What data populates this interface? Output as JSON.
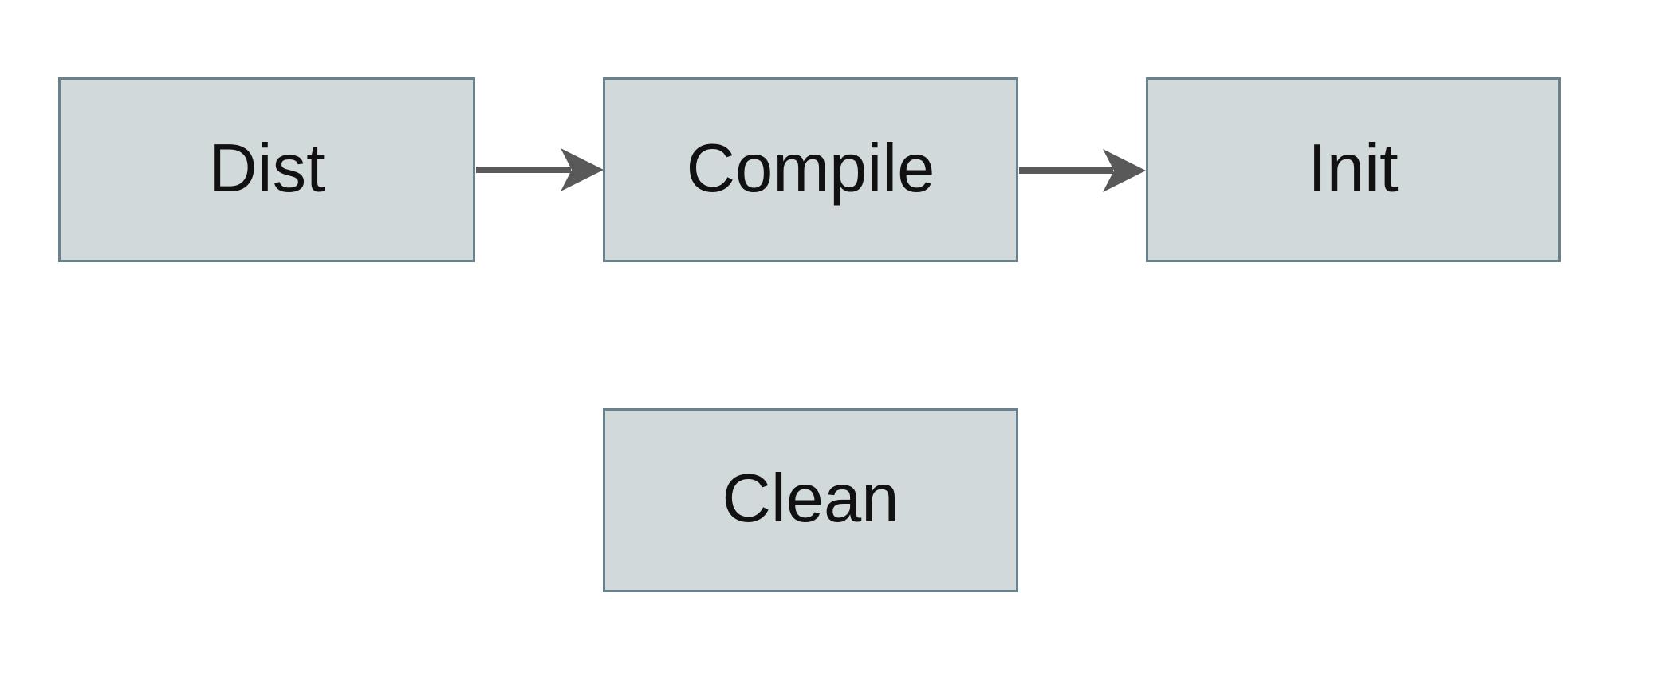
{
  "diagram": {
    "type": "flowchart",
    "nodes": [
      {
        "id": "dist",
        "label": "Dist"
      },
      {
        "id": "compile",
        "label": "Compile"
      },
      {
        "id": "init",
        "label": "Init"
      },
      {
        "id": "clean",
        "label": "Clean"
      }
    ],
    "edges": [
      {
        "from": "dist",
        "to": "compile",
        "direction": "right"
      },
      {
        "from": "compile",
        "to": "init",
        "direction": "right"
      }
    ],
    "colors": {
      "background": "#ffffff",
      "node_fill": "#d2d9db",
      "node_border": "#69808d",
      "arrow": "#595959",
      "text": "#111111"
    }
  }
}
